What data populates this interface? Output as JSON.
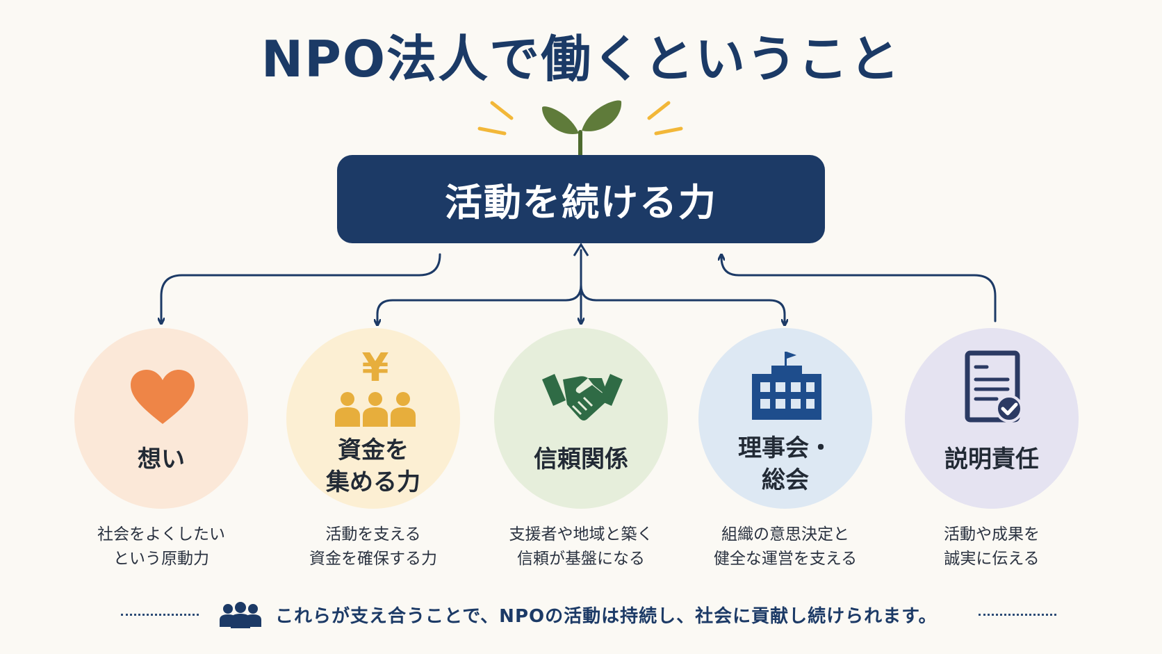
{
  "title": "NPO法人で働くということ",
  "hero": {
    "label": "活動を続ける力"
  },
  "nodes": [
    {
      "icon": "heart-icon",
      "title_lines": [
        "想い"
      ],
      "desc_lines": [
        "社会をよくしたい",
        "という原動力"
      ],
      "color": "#fbe8d8"
    },
    {
      "icon": "yen-people-icon",
      "title_lines": [
        "資金を",
        "集める力"
      ],
      "desc_lines": [
        "活動を支える",
        "資金を確保する力"
      ],
      "color": "#fcefd3"
    },
    {
      "icon": "handshake-icon",
      "title_lines": [
        "信頼関係"
      ],
      "desc_lines": [
        "支援者や地域と築く",
        "信頼が基盤になる"
      ],
      "color": "#e6eedb"
    },
    {
      "icon": "building-icon",
      "title_lines": [
        "理事会・",
        "総会"
      ],
      "desc_lines": [
        "組織の意思決定と",
        "健全な運営を支える"
      ],
      "color": "#dde8f3"
    },
    {
      "icon": "document-check-icon",
      "title_lines": [
        "説明責任"
      ],
      "desc_lines": [
        "活動や成果を",
        "誠実に伝える"
      ],
      "color": "#e5e3f1"
    }
  ],
  "footer": {
    "icon": "people-group-icon",
    "text": "これらが支え合うことで、NPOの活動は持続し、社会に貢献し続けられます。"
  },
  "colors": {
    "navy": "#1c3a66",
    "heart": "#ee8547",
    "gold": "#e7ae3c",
    "green": "#2f6b45",
    "blue": "#1e4d8c",
    "purple": "#2b3a63",
    "leaf": "#5f7b3a",
    "sparkle": "#f2b738"
  }
}
